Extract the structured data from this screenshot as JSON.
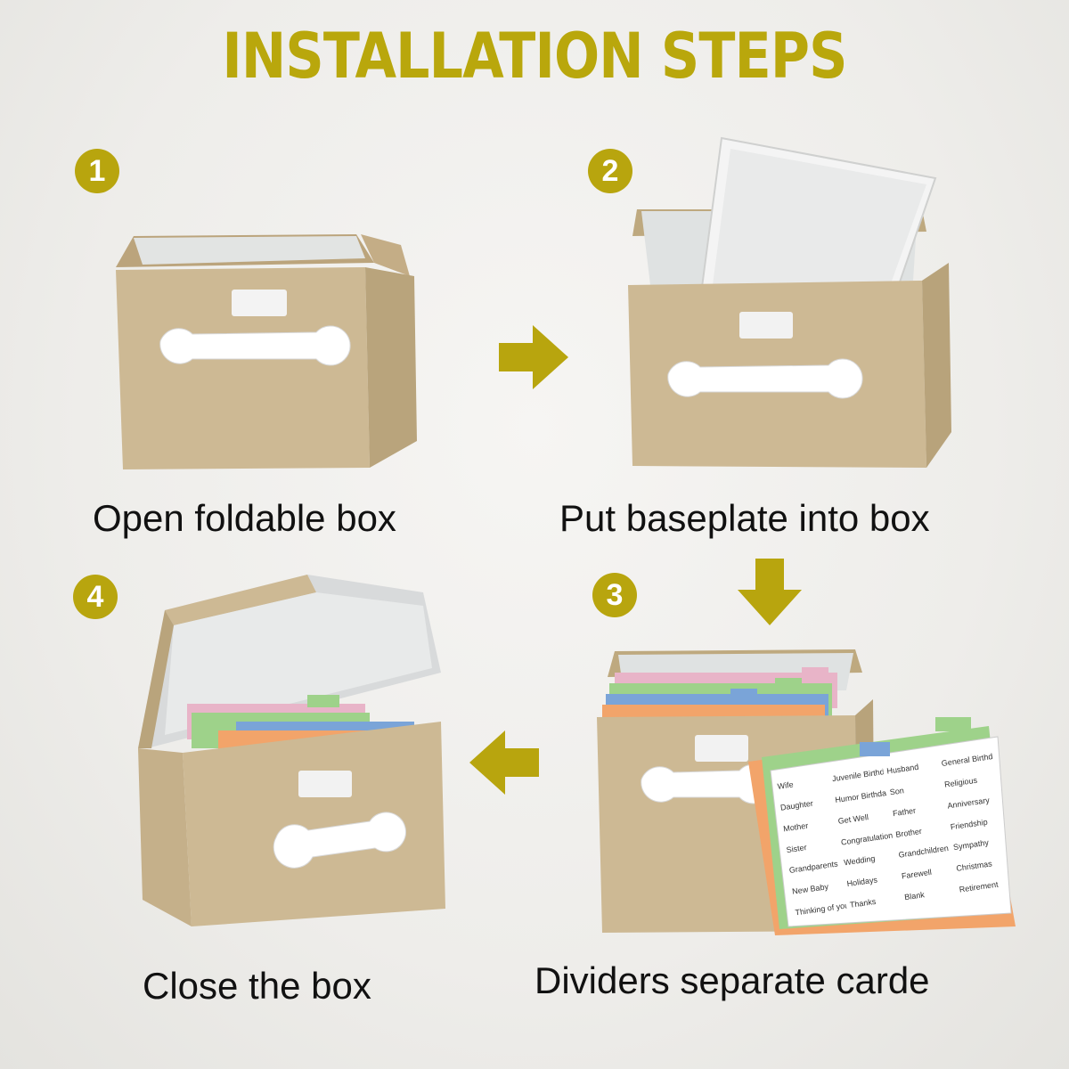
{
  "title": "INSTALLATION STEPS",
  "steps": [
    {
      "number": "1",
      "caption": "Open foldable box"
    },
    {
      "number": "2",
      "caption": "Put baseplate into box"
    },
    {
      "number": "3",
      "caption": "Dividers separate carde"
    },
    {
      "number": "4",
      "caption": "Close the box"
    }
  ],
  "divider_labels": [
    "Wife",
    "Juvenile Birthday",
    "Husband",
    "General Birthday",
    "Daughter",
    "Humor Birthday",
    "Son",
    "Religious",
    "Mother",
    "Get Well",
    "Father",
    "Anniversary",
    "Sister",
    "Congratulations",
    "Brother",
    "Friendship",
    "Grandparents",
    "Wedding",
    "Grandchildren",
    "Sympathy",
    "New Baby",
    "Holidays",
    "Farewell",
    "Christmas",
    "Thinking of you",
    "Thanks",
    "Blank",
    "Retirement"
  ],
  "colors": {
    "accent": "#b8a50e",
    "box_fabric": "#cdb994",
    "box_shadow": "#b09a72",
    "lining": "#e4e6e6",
    "handle": "#ffffff",
    "divider_green": "#9ed28a",
    "divider_pink": "#e8b4c8",
    "divider_blue": "#7aa4d8",
    "divider_orange": "#f2a46a"
  },
  "icons": {
    "arrow_right": "arrow-right-icon",
    "arrow_down": "arrow-down-icon",
    "arrow_left": "arrow-left-icon"
  }
}
